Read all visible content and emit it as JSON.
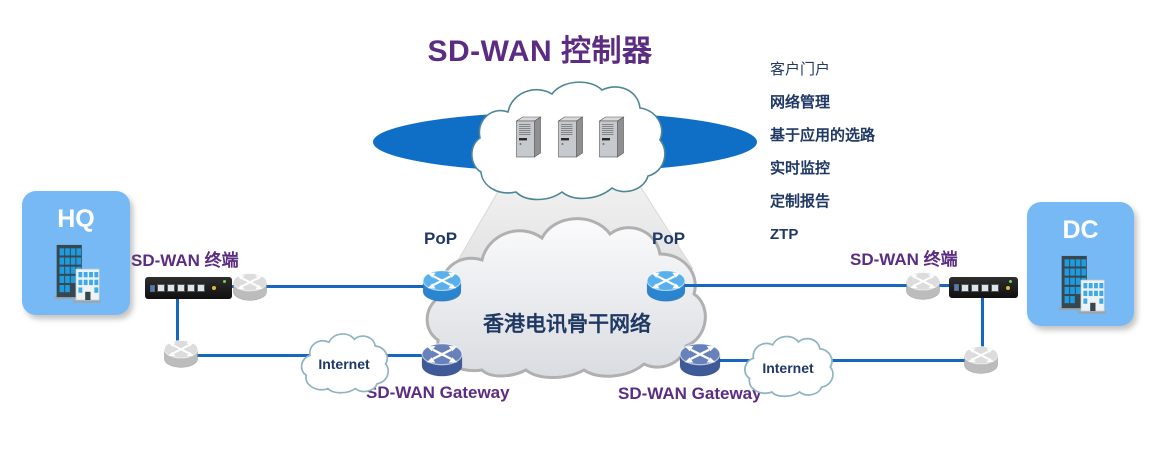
{
  "title": "SD-WAN 控制器",
  "controller": {
    "features": [
      {
        "label": "客户门户"
      },
      {
        "label": "网络管理"
      },
      {
        "label": "基于应用的选路"
      },
      {
        "label": "实时监控"
      },
      {
        "label": "定制报告"
      },
      {
        "label": "ZTP"
      }
    ]
  },
  "backbone": {
    "label": "香港电讯骨干网络"
  },
  "pop": {
    "left": "PoP",
    "right": "PoP"
  },
  "gateways": {
    "left": "SD-WAN Gateway",
    "right": "SD-WAN Gateway"
  },
  "terminals": {
    "left": "SD-WAN 终端",
    "right": "SD-WAN 终端"
  },
  "internet": {
    "left": "Internet",
    "right": "Internet"
  },
  "sites": {
    "hq": "HQ",
    "dc": "DC"
  },
  "colors": {
    "accent_purple": "#5b2c82",
    "navy_text": "#1f3864",
    "link_blue": "#1767c0",
    "controller_ellipse_blue": "#0f6fc6",
    "site_box_blue": "#77b9f4"
  }
}
